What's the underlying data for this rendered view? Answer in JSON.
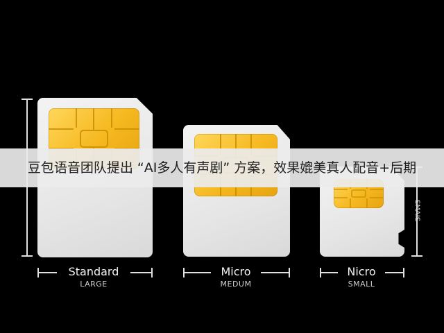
{
  "banner": {
    "text": "豆包语音团队提出 “AI多人有声剧” 方案，效果媲美真人配音+后期"
  },
  "cards": [
    {
      "name": "Standard",
      "size": "LARGE"
    },
    {
      "name": "Micro",
      "size": "MEDUM"
    },
    {
      "name": "Nicro",
      "size": "SMALL"
    }
  ],
  "side_label": "SMAIS",
  "colors": {
    "background": "#000000",
    "card": "#ececec",
    "chip": "#f5b81f"
  }
}
